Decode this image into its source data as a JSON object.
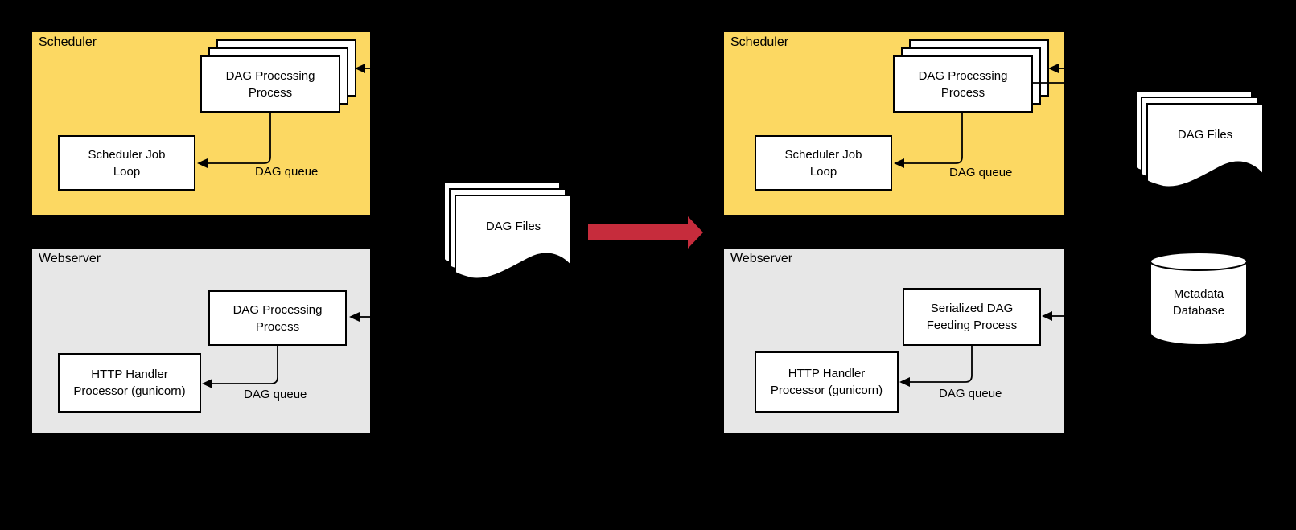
{
  "colors": {
    "background": "#000000",
    "scheduler_fill": "#FCD862",
    "webserver_fill": "#E7E7E7",
    "node_fill": "#FFFFFF",
    "stroke": "#000000",
    "red_arrow": "#C62C3C"
  },
  "icons": [
    "document-stack-icon",
    "wavy-document-stack-icon",
    "database-cylinder-icon",
    "red-right-arrow-icon",
    "arrowhead-icon"
  ],
  "before": {
    "scheduler": {
      "title": "Scheduler",
      "stack": "DAG Processing\nProcess",
      "job_loop": "Scheduler Job\nLoop",
      "queue": "DAG queue"
    },
    "webserver": {
      "title": "Webserver",
      "process": "DAG Processing\nProcess",
      "handler": "HTTP Handler\nProcessor (gunicorn)",
      "queue": "DAG queue"
    }
  },
  "middle": {
    "dag_files": "DAG Files"
  },
  "after": {
    "scheduler": {
      "title": "Scheduler",
      "stack": "DAG Processing\nProcess",
      "job_loop": "Scheduler Job\nLoop",
      "queue": "DAG queue"
    },
    "webserver": {
      "title": "Webserver",
      "process": "Serialized DAG\nFeeding Process",
      "handler": "HTTP Handler\nProcessor (gunicorn)",
      "queue": "DAG queue"
    }
  },
  "external": {
    "dag_files": "DAG Files",
    "metadata_db": "Metadata\nDatabase"
  }
}
